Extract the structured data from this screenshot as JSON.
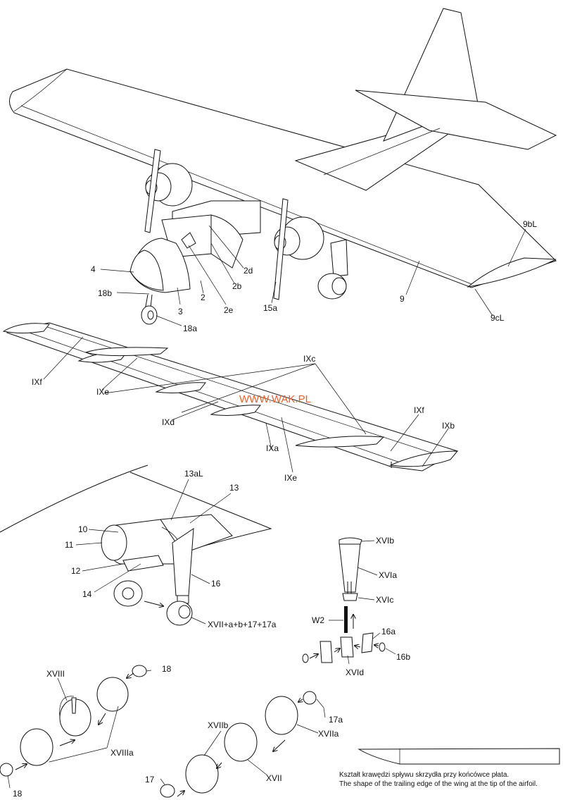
{
  "watermark": "WWW.WAK.PL",
  "caption": {
    "pl": "Kształt krawędzi spływu skrzydła przy końcówce płata.",
    "en": "The shape of the trailing edge of the wing at the tip of the airfoil."
  },
  "labels": {
    "l4": "4",
    "l18b": "18b",
    "l3": "3",
    "l2": "2",
    "l2e": "2e",
    "l2b": "2b",
    "l2d": "2d",
    "l18a": "18a",
    "l15a": "15a",
    "l9": "9",
    "l9bL": "9bL",
    "l9cL": "9cL",
    "lIXc": "IXc",
    "lIXf1": "IXf",
    "lIXe1": "IXe",
    "lIXd": "IXd",
    "lIXa": "IXa",
    "lIXe2": "IXe",
    "lIXf2": "IXf",
    "lIXb": "IXb",
    "l13aL": "13aL",
    "l13": "13",
    "l10": "10",
    "l11": "11",
    "l12": "12",
    "l14": "14",
    "l16": "16",
    "lXVII_combo": "XVII+a+b+17+17a",
    "lXVIb": "XVIb",
    "lXVIa": "XVIa",
    "lXVIc": "XVIc",
    "lW2": "W2",
    "l16a": "16a",
    "l16b": "16b",
    "lXVId": "XVId",
    "lXVIII": "XVIII",
    "l18_top": "18",
    "lXVIIIa": "XVIIIa",
    "l18_bot": "18",
    "lXVIIb": "XVIIb",
    "l17a": "17a",
    "lXVIIa": "XVIIa",
    "lXVII": "XVII",
    "l17": "17"
  }
}
